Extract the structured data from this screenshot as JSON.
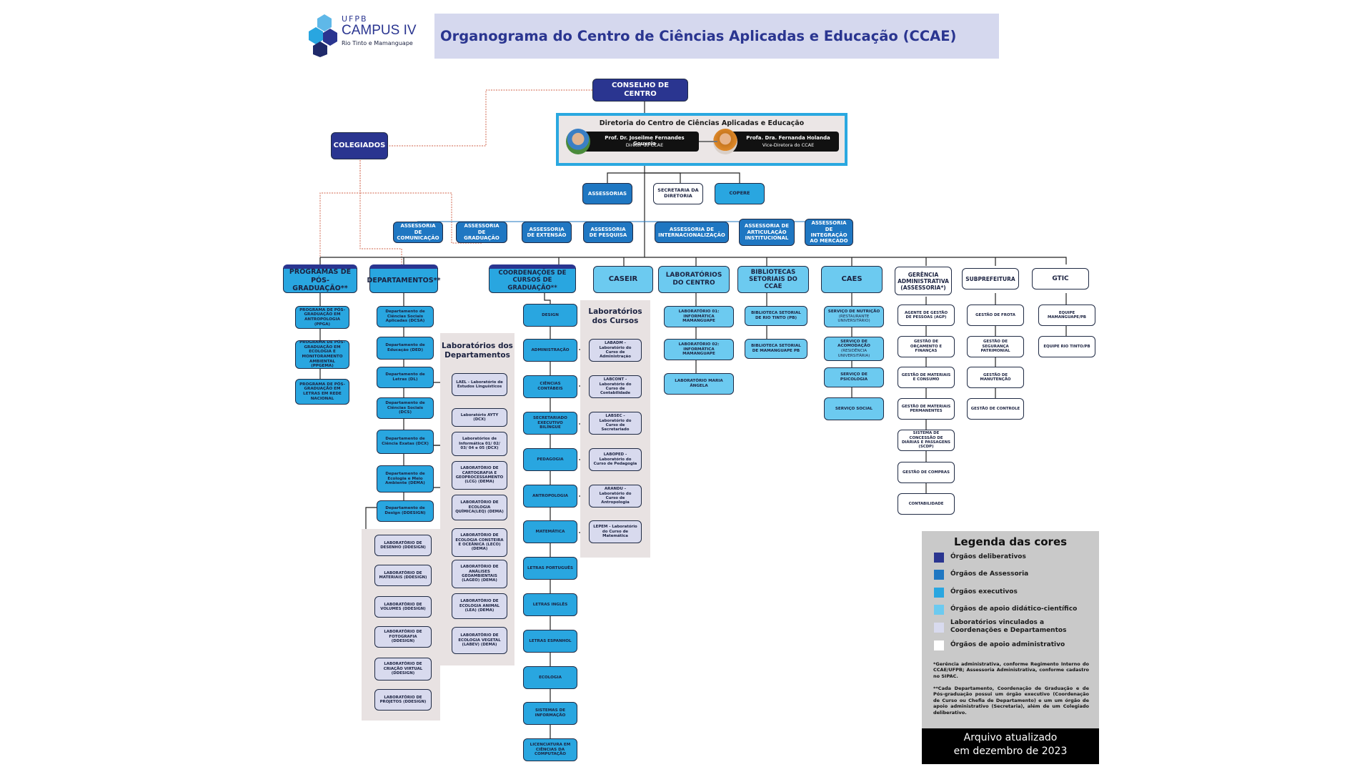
{
  "header": {
    "logo": {
      "line1": "UFPB",
      "line2": "CAMPUS IV",
      "line3": "Rio Tinto e Mamanguape",
      "icon": "hexagon-cluster-logo"
    },
    "title": "Organograma do Centro de Ciências Aplicadas e Educação (CCAE)"
  },
  "colors": {
    "deliberativos": "#2a3590",
    "assessoria": "#1f77c2",
    "executivos": "#29a6e0",
    "apoio_didatico": "#6ccaf0",
    "laboratorios": "#d8daee",
    "apoio_administrativo": "#ffffff",
    "dotted_link": "#d9826e",
    "diretoria_border": "#2aa8e0"
  },
  "conselho": "CONSELHO DE CENTRO",
  "colegiados": "COLEGIADOS",
  "diretoria": {
    "title": "Diretoria do Centro de Ciências Aplicadas e Educação",
    "diretor": {
      "name": "Prof. Dr. Joseilme Fernandes Gouveia",
      "role": "Diretor do CCAE"
    },
    "vice": {
      "name": "Profa. Dra. Fernanda Holanda",
      "role": "Vice-Diretora do CCAE"
    }
  },
  "level2": {
    "assessorias": "ASSESSORIAS",
    "secretaria": "SECRETARIA DA DIRETORIA",
    "copere": "COPERE"
  },
  "assessorias": [
    "ASSESSORIA DE COMUNICAÇÃO",
    "ASSESSORIA DE GRADUAÇÃO",
    "ASSESSORIA DE EXTENSÃO",
    "ASSESSORIA DE PESQUISA",
    "ASSESSORIA DE INTERNACIONALIZAÇÃO",
    "ASSESSORIA DE ARTICULAÇÃO INSTITUCIONAL",
    "ASSESSORIA DE INTEGRAÇÃO AO MERCADO"
  ],
  "pos": {
    "title": "PROGRAMAS DE PÓS-GRADUAÇÃO**",
    "items": [
      "PROGRAMA DE PÓS-GRADUAÇÃO EM ANTROPOLOGIA (PPGA)",
      "PROGRAMA DE PÓS-GRADUAÇÃO EM ECOLOGIA E MONITORAMENTO AMBIENTAL (PPGEMA)",
      "PROGRAMA DE PÓS-GRADUAÇÃO EM LETRAS EM REDE NACIONAL"
    ]
  },
  "departamentos": {
    "title": "DEPARTAMENTOS**",
    "items": [
      "Departamento de Ciências Sociais Aplicadas (DCSA)",
      "Departamento de Educação (DED)",
      "Departamento de Letras (DL)",
      "Departamento de Ciências Sociais (DCS)",
      "Departamento de Ciência Exatas (DCX)",
      "Departamento de Ecologia e Meio Ambiente (DEMA)",
      "Departamento de Design (DDESIGN)"
    ]
  },
  "labs_dept": {
    "title": "Laboratórios dos Departamentos",
    "items": [
      "LAEL - Laboratório de Estudos Linguísticos",
      "Laboratório AYTY (DCX)",
      "Laboratórios de Informática 01/ 02/ 03/ 04 e 05 (DCX)",
      "LABORATÓRIO DE CARTOGRAFIA E GEOPROCESSAMENTO (LCG) (DEMA)",
      "LABORATÓRIO DE ECOLOGIA QUÍMICA(LEQ) (DEMA)",
      "LABORATÓRIO DE ECOLOGIA CONSTEIRA E OCEÂNICA (LECO) (DEMA)",
      "LABORATÓRIO DE ANÁLISES GEOAMBIENTAIS (LAGEO) (DEMA)",
      "LABORATÓRIO DE ECOLOGIA ANIMAL (LEA) (DEMA)",
      "LABORATÓRIO DE ECOLOGIA VEGETAL (LABEV) (DEMA)"
    ]
  },
  "labs_design": [
    "LABORATÓRIO DE DESENHO (DDESIGN)",
    "LABORATÓRIO DE MATERIAIS (DDESIGN)",
    "LABORATÓRIO DE VOLUMES (DDESIGN)",
    "LABORATÓRIO DE FOTOGRAFIA (DDESIGN)",
    "LABORATÓRIO DE CRIAÇÃO VIRTUAL (DDESIGN)",
    "LABORATÓRIO DE PROJETOS (DDESIGN)"
  ],
  "coordenacoes": {
    "title": "COORDENAÇÕES DE CURSOS DE GRADUAÇÃO**",
    "items": [
      "DESIGN",
      "ADMINISTRAÇÃO",
      "CIÊNCIAS CONTÁBEIS",
      "SECRETARIADO EXECUTIVO BILÍNGUE",
      "PEDAGOGIA",
      "ANTROPOLOGIA",
      "MATEMÁTICA",
      "LETRAS PORTUGUÊS",
      "LETRAS INGLÊS",
      "LETRAS ESPANHOL",
      "ECOLOGIA",
      "SISTEMAS DE INFORMAÇÃO",
      "LICENCIATURA EM CIÊNCIAS DA COMPUTAÇÃO"
    ]
  },
  "labs_cursos": {
    "title": "Laboratórios dos Cursos",
    "items": [
      "LABADM - Laboratório do Curso de Administração",
      "LABCONT - Laboratório do Curso de Contabilidade",
      "LABSEC - Laboratório do Curso de Secretariado",
      "LABOPED - Laboratório do Curso de Pedagogia",
      "ARANDU - Laboratório do Curso de Antropologia",
      "LEPEM - Laboratório do Curso de Matemática"
    ]
  },
  "caseir": "CASEIR",
  "lab_centro": {
    "title": "LABORATÓRIOS DO CENTRO",
    "items": [
      "LABORATÓRIO 01: INFORMÁTICA MAMANGUAPE",
      "LABORATÓRIO 02: INFORMÁTICA MAMANGUAPE",
      "LABORATÓRIO MARIA ÂNGELA"
    ]
  },
  "bibliotecas": {
    "title": "BIBLIOTECAS SETORIAIS DO CCAE",
    "items": [
      "BIBLIOTECA SETORIAL DE RIO TINTO (PB)",
      "BIBLIOTECA SETORIAL DE MAMANGUAPE PB"
    ]
  },
  "caes": {
    "title": "CAES",
    "items": [
      {
        "main": "SERVIÇO DE NUTRIÇÃO",
        "sub": "(RESTAURANTE UNIVERSITÁRIO)"
      },
      {
        "main": "SERVIÇO DE ACOMODAÇÃO",
        "sub": "(RESIDÊNCIA UNIVERSITÁRIA)"
      },
      {
        "main": "SERVIÇO DE PSICOLOGIA",
        "sub": ""
      },
      {
        "main": "SERVIÇO SOCIAL",
        "sub": ""
      }
    ]
  },
  "gerencia": {
    "title": "GERÊNCIA ADMINISTRATIVA (ASSESSORIA*)",
    "items": [
      "AGENTE DE GESTÃO DE PESSOAS (AGP)",
      "GESTÃO DE ORÇAMENTO E FINANÇAS",
      "GESTÃO DE MATERIAIS E CONSUMO",
      "GESTÃO DE MATERIAIS PERMANENTES",
      "SISTEMA DE CONCESSÃO DE DIÁRIAS E PASSAGENS (SCDP)",
      "GESTÃO DE COMPRAS",
      "CONTABILIDADE"
    ]
  },
  "subprefeitura": {
    "title": "SUBPREFEITURA",
    "items": [
      "GESTÃO DE FROTA",
      "GESTÃO DE SEGURANÇA PATRIMONIAL",
      "GESTÃO DE MANUTENÇÃO",
      "GESTÃO DE CONTROLE"
    ]
  },
  "gtic": {
    "title": "GTIC",
    "items": [
      "EQUIPE MAMANGUAPE/PB",
      "EQUIPE RIO TINTO/PB"
    ]
  },
  "legend": {
    "title": "Legenda das cores",
    "items": [
      "Órgãos deliberativos",
      "Órgãos de Assessoria",
      "Órgãos executivos",
      "Órgãos de apoio didático-científico",
      "Laboratórios vinculados a Coordenações e Departamentos",
      "Órgãos de apoio administrativo"
    ],
    "note1": "*Gerência administrativa, conforme Regimento Interno do CCAE/UFPB; Assessoria Administrativa, conforme cadastro no SIPAC.",
    "note2": "**Cada Departamento, Coordenação de Graduação e de Pós-graduação possui um órgão executivo (Coordenação de Curso ou Chefia de Departamento) e um um órgão de apoio administrativo (Secretaria), além de um Colegiado deliberativo.",
    "footer_line1": "Arquivo atualizado",
    "footer_line2": "em dezembro de 2023"
  }
}
